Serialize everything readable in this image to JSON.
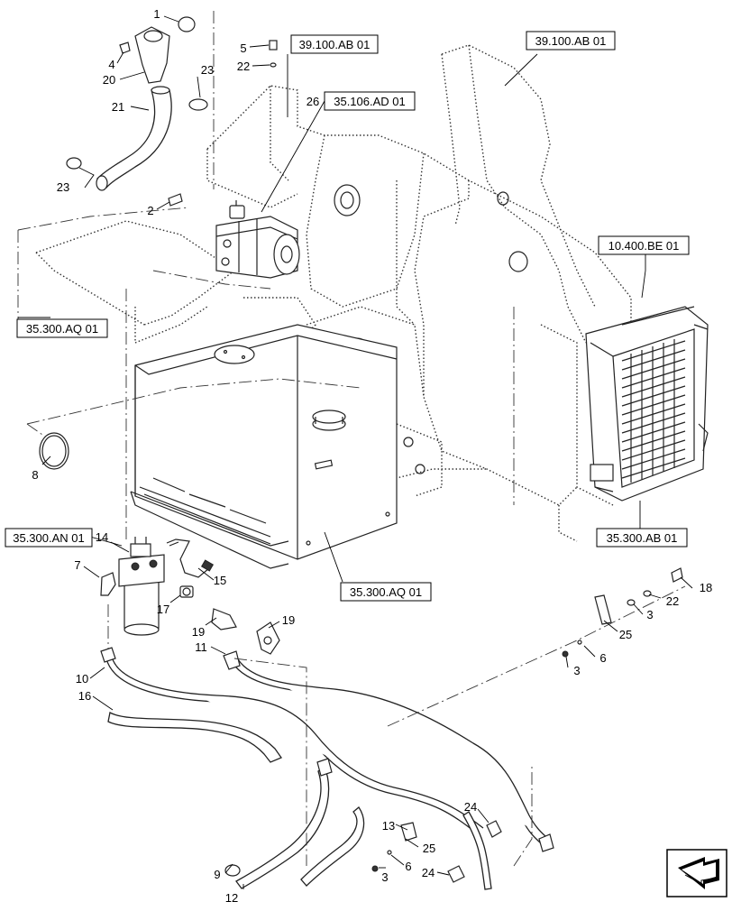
{
  "diagram": {
    "callouts": {
      "c1": "1",
      "c2": "2",
      "c3a": "3",
      "c3b": "3",
      "c3c": "3",
      "c4": "4",
      "c5": "5",
      "c6a": "6",
      "c6b": "6",
      "c7": "7",
      "c8": "8",
      "c9": "9",
      "c10": "10",
      "c11": "11",
      "c12": "12",
      "c13": "13",
      "c14": "14",
      "c15": "15",
      "c16": "16",
      "c17": "17",
      "c18": "18",
      "c19a": "19",
      "c19b": "19",
      "c20": "20",
      "c21": "21",
      "c22a": "22",
      "c22b": "22",
      "c23a": "23",
      "c23b": "23",
      "c24a": "24",
      "c24b": "24",
      "c25a": "25",
      "c25b": "25",
      "c26": "26"
    },
    "references": {
      "r1": "39.100.AB 01",
      "r2": "39.100.AB 01",
      "r3": "35.106.AD 01",
      "r4": "10.400.BE 01",
      "r5": "35.300.AQ 01",
      "r6": "35.300.AN 01",
      "r7": "35.300.AQ 01",
      "r8": "35.300.AB 01"
    },
    "nav_icon": "next-page-arrow-icon"
  }
}
